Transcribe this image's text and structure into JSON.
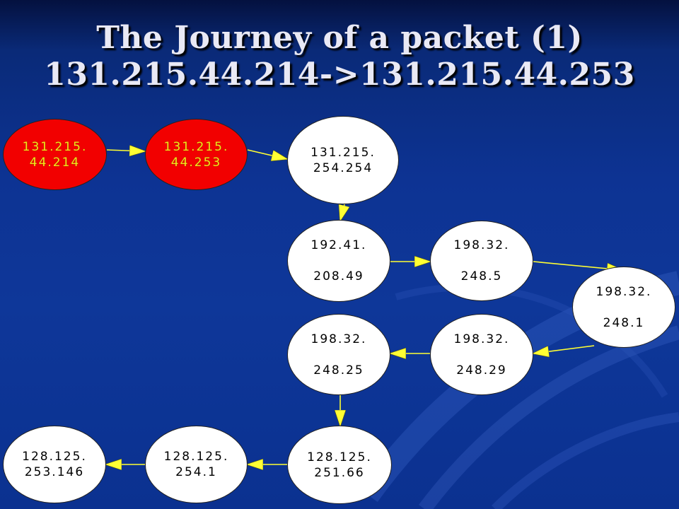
{
  "title": {
    "line1": "The Journey of a packet (1)",
    "line2": "131.215.44.214->131.215.44.253"
  },
  "nodes": [
    {
      "id": "n1",
      "line1": "131.215.",
      "line2": "44.214",
      "highlight": true
    },
    {
      "id": "n2",
      "line1": "131.215.",
      "line2": "44.253",
      "highlight": true
    },
    {
      "id": "n3",
      "line1": "131.215.",
      "line2": "254.254",
      "highlight": false
    },
    {
      "id": "n4",
      "line1": "192.41.",
      "line2": "208.49",
      "highlight": false
    },
    {
      "id": "n5",
      "line1": "198.32.",
      "line2": "248.5",
      "highlight": false
    },
    {
      "id": "n6",
      "line1": "198.32.",
      "line2": "248.1",
      "highlight": false
    },
    {
      "id": "n7",
      "line1": "198.32.",
      "line2": "248.29",
      "highlight": false
    },
    {
      "id": "n8",
      "line1": "198.32.",
      "line2": "248.25",
      "highlight": false
    },
    {
      "id": "n9",
      "line1": "128.125.",
      "line2": "251.66",
      "highlight": false
    },
    {
      "id": "n10",
      "line1": "128.125.",
      "line2": "254.1",
      "highlight": false
    },
    {
      "id": "n11",
      "line1": "128.125.",
      "line2": "253.146",
      "highlight": false
    }
  ],
  "edges": [
    {
      "from": "n1",
      "to": "n2"
    },
    {
      "from": "n2",
      "to": "n3"
    },
    {
      "from": "n3",
      "to": "n4"
    },
    {
      "from": "n4",
      "to": "n5"
    },
    {
      "from": "n5",
      "to": "n6"
    },
    {
      "from": "n6",
      "to": "n7"
    },
    {
      "from": "n7",
      "to": "n8"
    },
    {
      "from": "n8",
      "to": "n9"
    },
    {
      "from": "n9",
      "to": "n10"
    },
    {
      "from": "n10",
      "to": "n11"
    }
  ],
  "colors": {
    "background": "#0d3393",
    "highlight_fill": "#f20000",
    "highlight_text": "#f5e31a",
    "node_fill": "#ffffff",
    "arrow": "#ffff33"
  }
}
